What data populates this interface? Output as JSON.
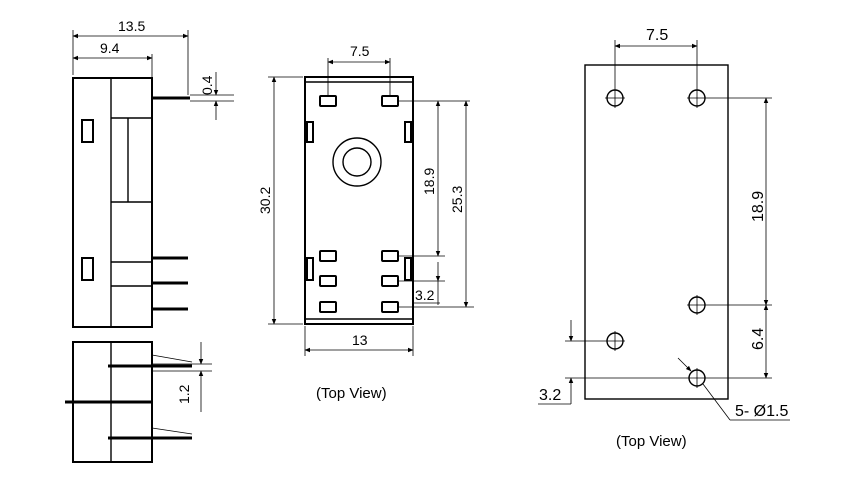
{
  "side_view": {
    "dim_overall_width": "13.5",
    "dim_body_width": "9.4",
    "dim_pin_thickness": "0.4",
    "dim_pin_pitch": "1.2"
  },
  "top_view_socket": {
    "dim_pin_spacing_x": "7.5",
    "dim_length": "30.2",
    "dim_pin_span": "18.9",
    "dim_pin_to_end": "25.3",
    "dim_pin_offset": "3.2",
    "dim_width": "13",
    "caption": "(Top View)"
  },
  "top_view_pcb": {
    "dim_hole_spacing_x": "7.5",
    "dim_hole_span": "18.9",
    "dim_hole_offset_y": "6.4",
    "dim_hole_offset_x": "3.2",
    "dim_hole_callout": "5- Ø1.5",
    "caption": "(Top View)"
  }
}
